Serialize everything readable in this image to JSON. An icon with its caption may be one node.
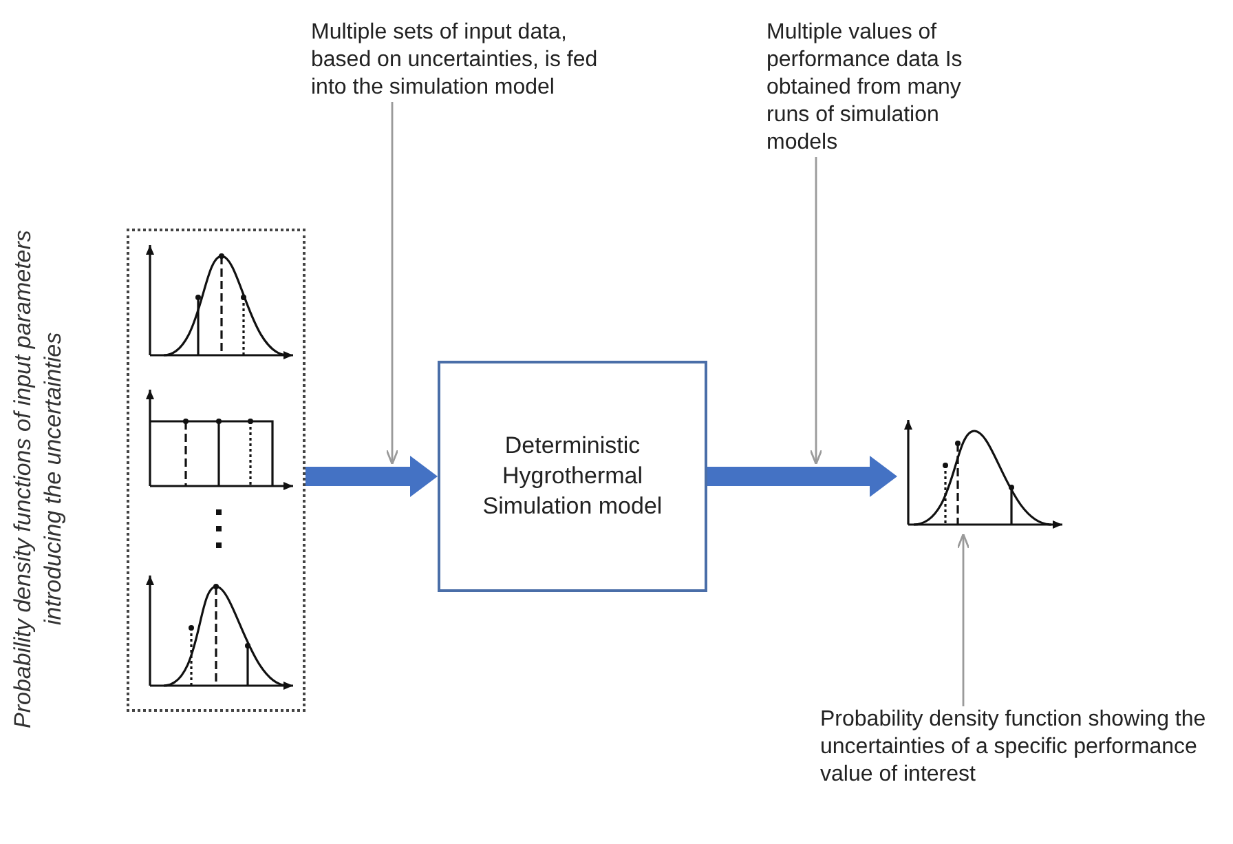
{
  "diagram": {
    "nodes": [
      {
        "text": [
          "Probability density functions of input parameters introducing the uncertainties"
        ]
      },
      {
        "text": [
          "Deterministic Hygrothermal Simulation model"
        ]
      },
      {
        "text": [],
        "shape": "picture"
      },
      {
        "text": [
          "Multiple sets of input data, based on uncertainties, is fed into the simulation model"
        ]
      },
      {
        "text": [
          "Multiple values of performance data Is obtained from many runs of simulation models"
        ]
      },
      {
        "text": [
          "Probability density function showing the uncertainties of a specific performance value of interest"
        ]
      }
    ],
    "edges": [
      {
        "from": 0,
        "to": 1,
        "arrow": "to",
        "style": "thick",
        "color": "#4472c4"
      },
      {
        "from": 1,
        "to": 2,
        "arrow": "to",
        "style": "thick",
        "color": "#4472c4"
      },
      {
        "from": 3,
        "to": null,
        "arrow": "to"
      },
      {
        "from": 4,
        "to": null,
        "arrow": "to"
      },
      {
        "from": 5,
        "to": 2,
        "arrow": "to"
      }
    ]
  }
}
